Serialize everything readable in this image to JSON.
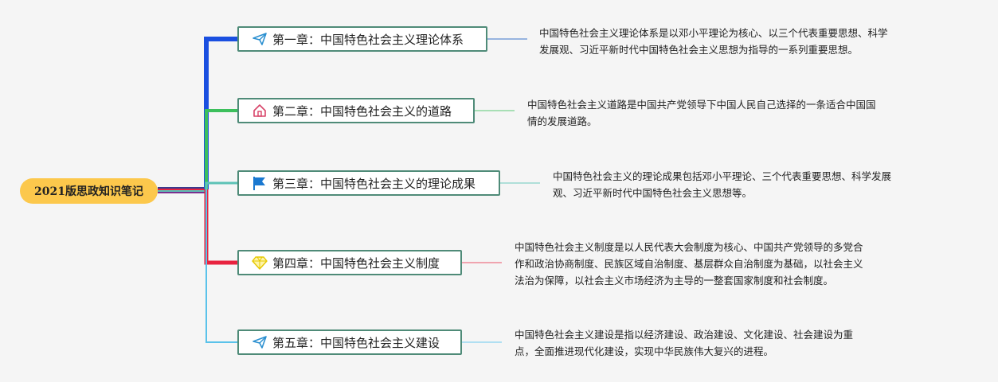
{
  "root": {
    "label": "2021版思政知识笔记"
  },
  "branches": [
    {
      "label": "第一章：中国特色社会主义理论体系",
      "icon": "paper-plane-icon",
      "color": "#1a4fe0",
      "description": [
        "中国特色社会主义理论体系是以邓小平理论为核心、以三个代表重要思想、科学",
        "发展观、习近平新时代中国特色社会主义思想为指导的一系列重要思想。"
      ]
    },
    {
      "label": "第二章：中国特色社会主义的道路",
      "icon": "home-icon",
      "color": "#3cbf5c",
      "description": [
        "中国特色社会主义道路是中国共产党领导下中国人民自己选择的一条适合中国国",
        "情的发展道路。"
      ]
    },
    {
      "label": "第三章：中国特色社会主义的理论成果",
      "icon": "flag-icon",
      "color": "#5cc2b6",
      "description": [
        "中国特色社会主义的理论成果包括邓小平理论、三个代表重要思想、科学发展",
        "观、习近平新时代中国特色社会主义思想等。"
      ]
    },
    {
      "label": "第四章：中国特色社会主义制度",
      "icon": "diamond-icon",
      "color": "#e8233f",
      "description": [
        "中国特色社会主义制度是以人民代表大会制度为核心、中国共产党领导的多党合",
        "作和政治协商制度、民族区域自治制度、基层群众自治制度为基础，以社会主义",
        "法治为保障，以社会主义市场经济为主导的一整套国家制度和社会制度。"
      ]
    },
    {
      "label": "第五章：中国特色社会主义建设",
      "icon": "paper-plane-icon",
      "color": "#5ac2ea",
      "description": [
        "中国特色社会主义建设是指以经济建设、政治建设、文化建设、社会建设为重",
        "点，全面推进现代化建设，实现中华民族伟大复兴的进程。"
      ]
    }
  ]
}
